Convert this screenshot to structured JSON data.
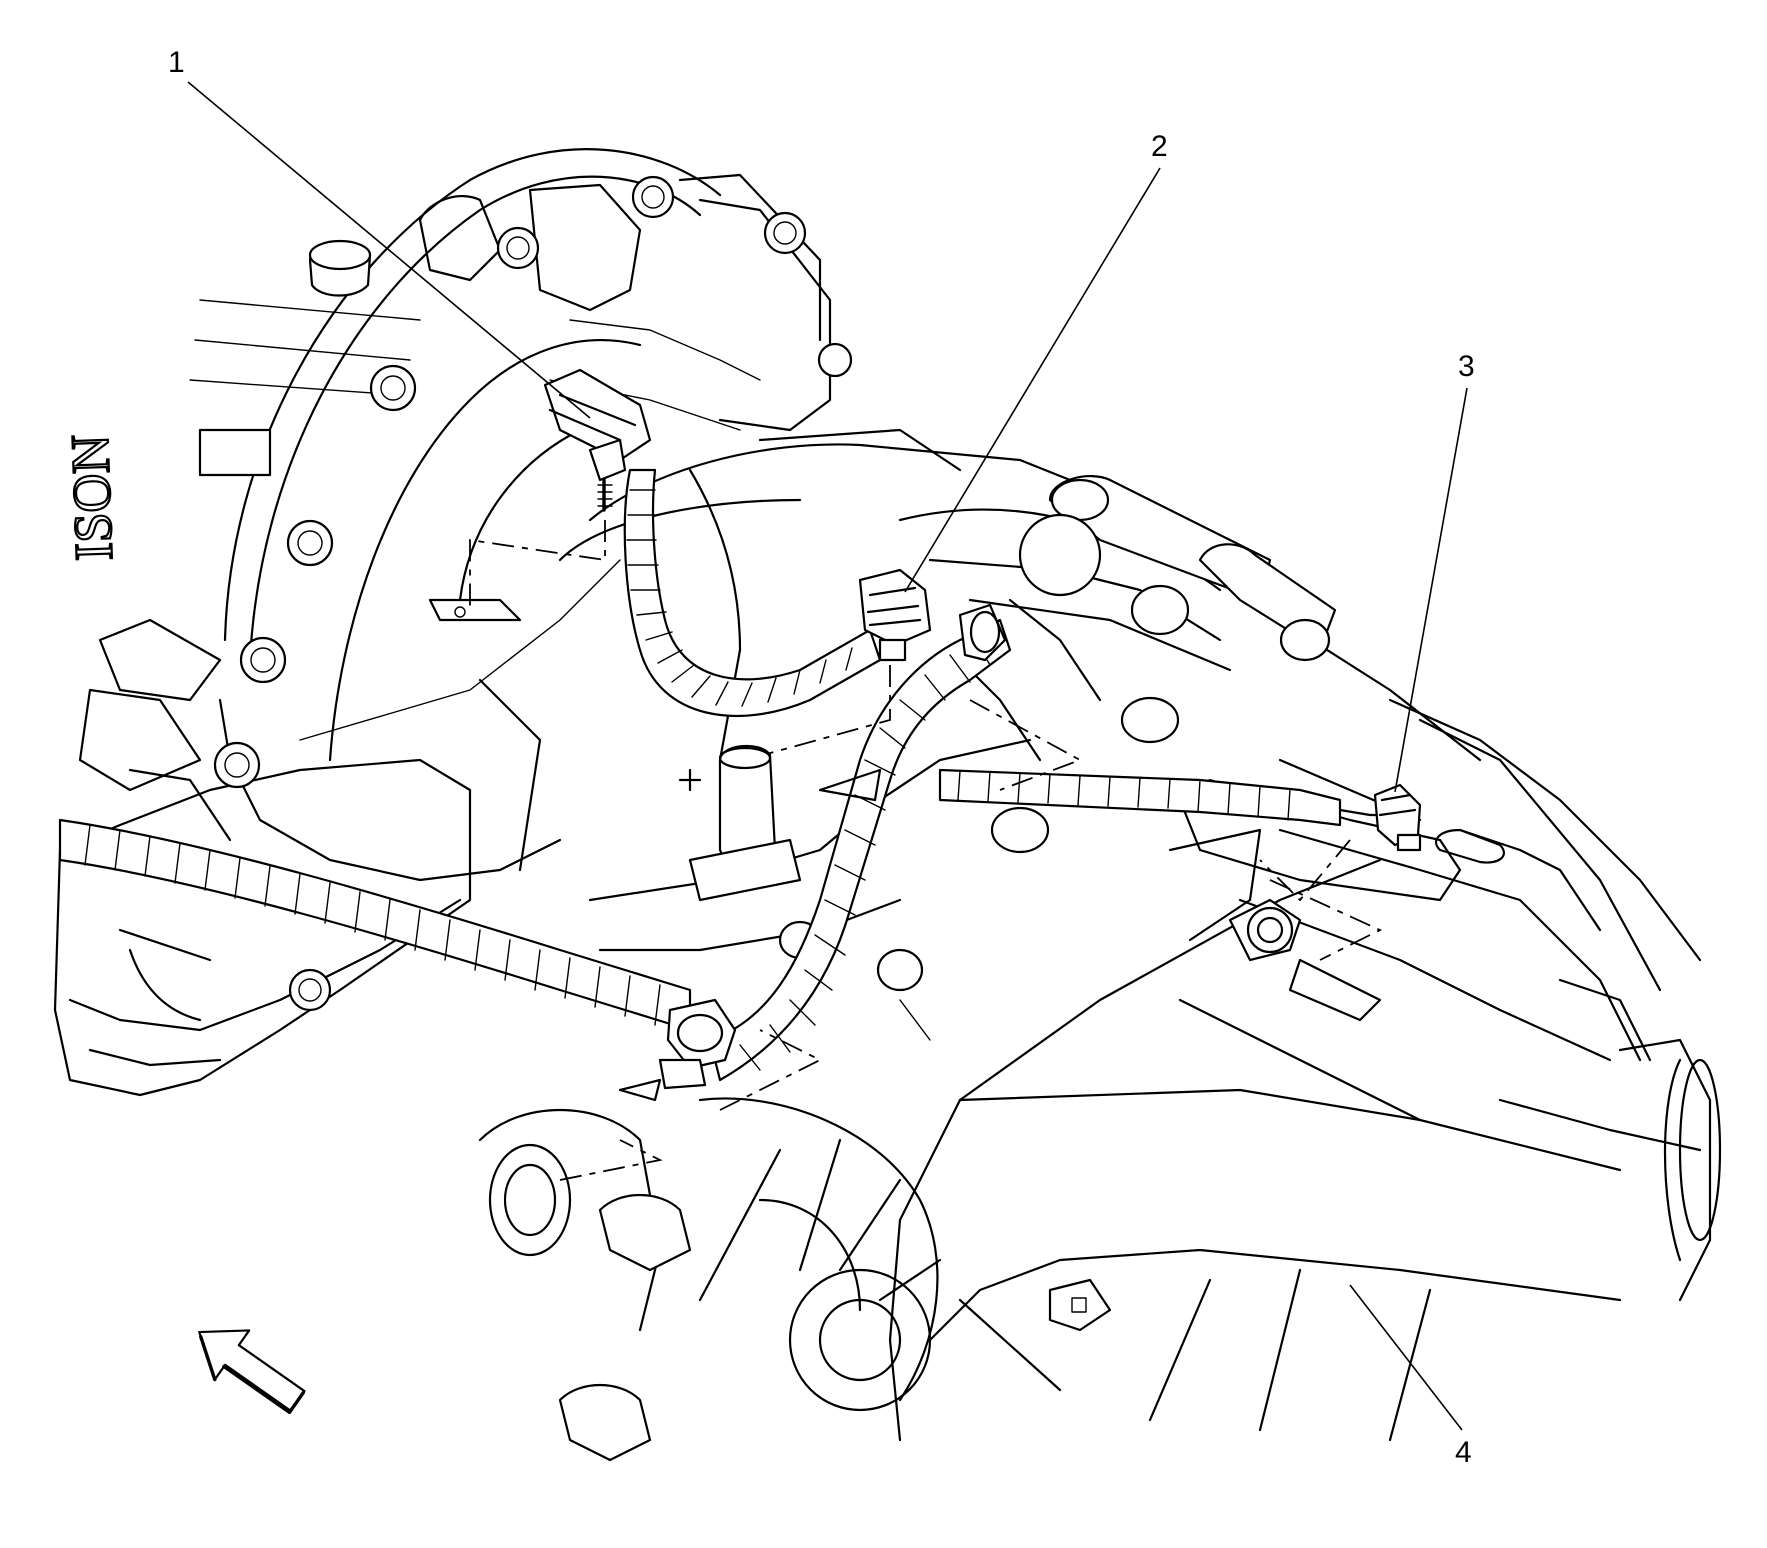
{
  "diagram": {
    "callouts": [
      {
        "id": "1",
        "label": "1"
      },
      {
        "id": "2",
        "label": "2"
      },
      {
        "id": "3",
        "label": "3"
      },
      {
        "id": "4",
        "label": "4"
      }
    ],
    "case_lettering": "ISON",
    "direction_arrow_icon": "front-direction-arrow-icon"
  }
}
